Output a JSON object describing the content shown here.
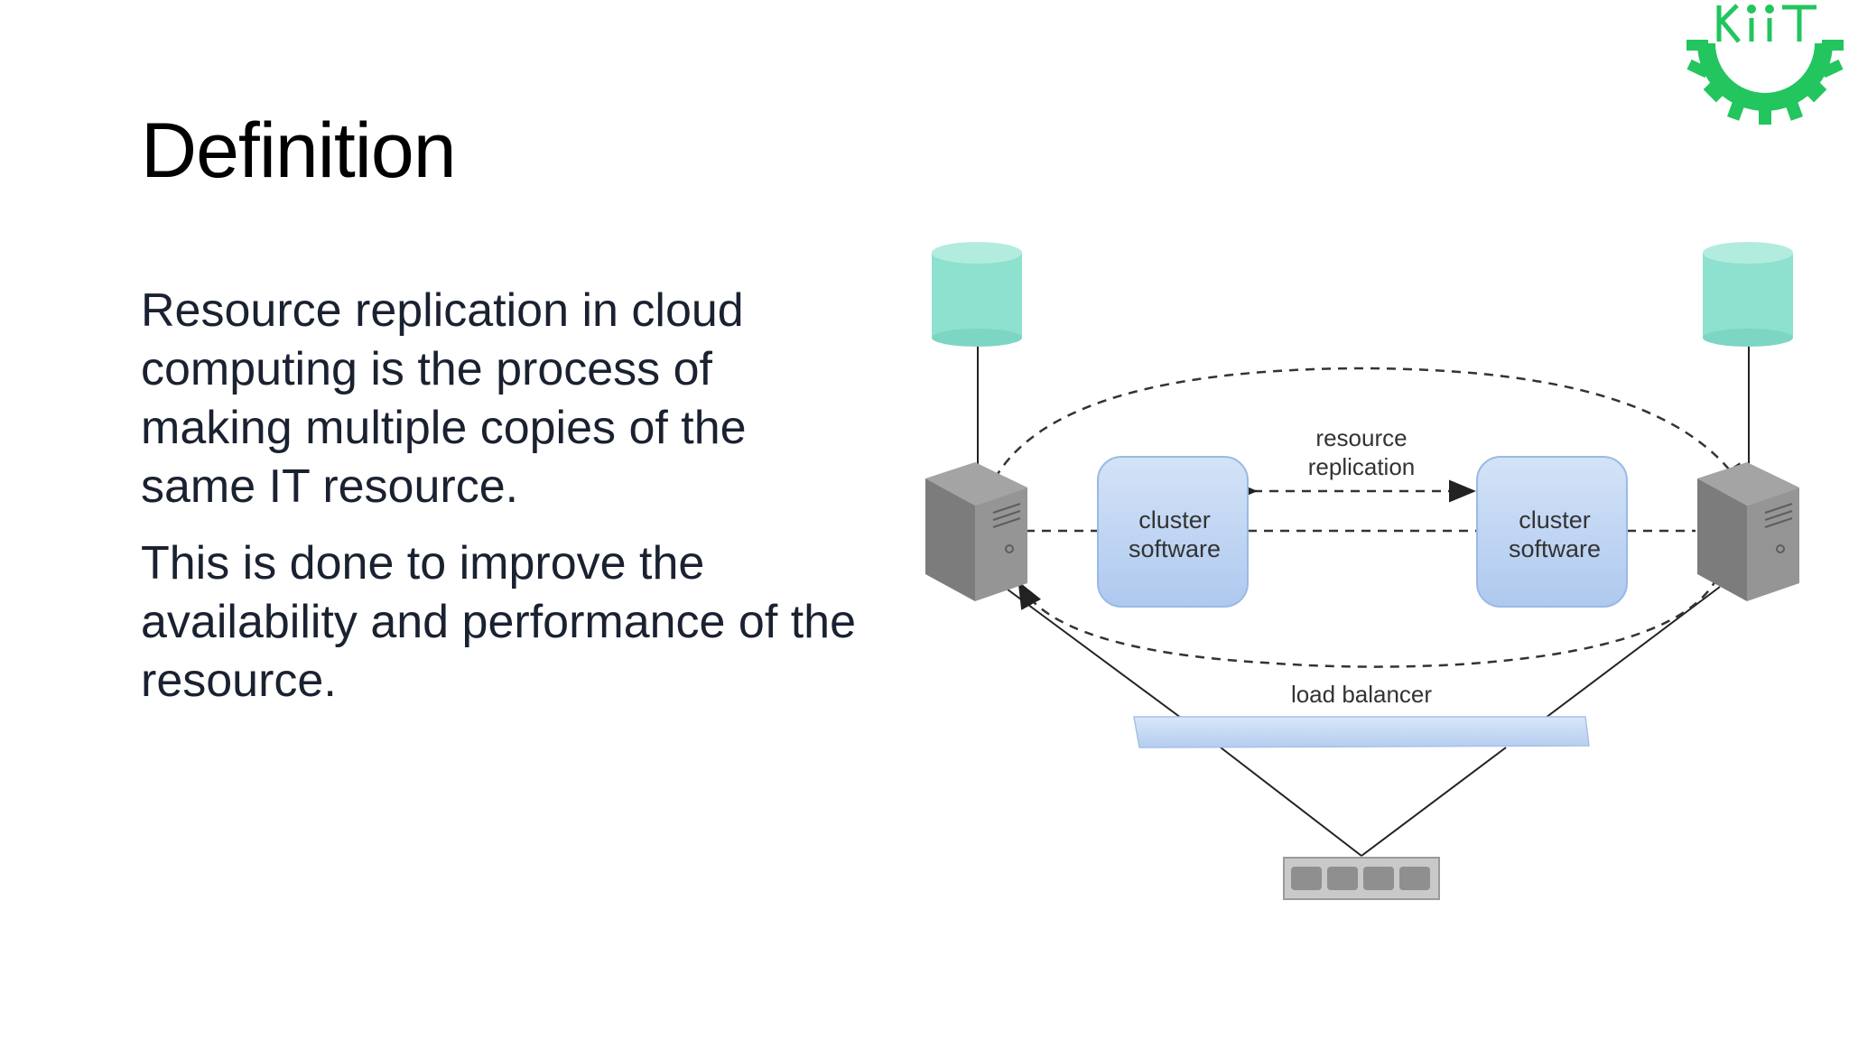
{
  "slide": {
    "title": "Definition",
    "paragraphs": [
      "Resource replication in cloud computing is the process of making multiple copies of the same IT resource.",
      "This is done to improve the availability and performance of the resource."
    ]
  },
  "diagram": {
    "left_node_label": "cluster software",
    "right_node_label": "cluster software",
    "replication_label_line1": "resource",
    "replication_label_line2": "replication",
    "load_balancer_label": "load balancer",
    "icons": [
      "database-icon",
      "server-icon",
      "network-switch-icon"
    ]
  },
  "logo": {
    "text": "KiiT",
    "color": "#22c55e"
  },
  "colors": {
    "database": "#8ee0cf",
    "cluster_box": "#bcd4f2",
    "load_balancer": "#c7dcf5",
    "server": "#8a8a8a"
  }
}
